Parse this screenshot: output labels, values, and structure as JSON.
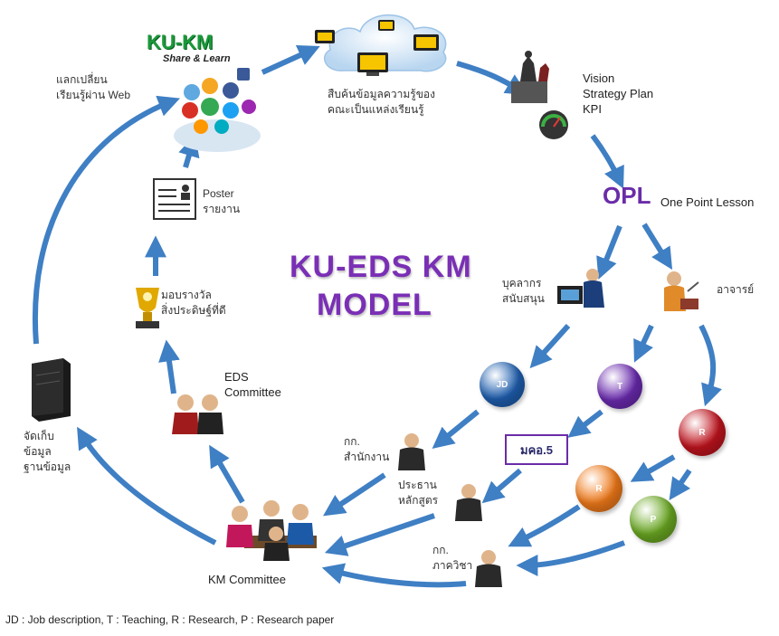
{
  "diagram": {
    "title_line1": "KU-EDS KM",
    "title_line2": "MODEL",
    "kukm": {
      "title": "KU-KM",
      "subtitle": "Share & Learn"
    },
    "exchange_label": "แลกเปลี่ยน\nเรียนรู้ผ่าน Web",
    "cloud_label": "สืบค้นข้อมูลความรู้ของ\nคณะเป็นแหล่งเรียนรู้",
    "vision_label": "Vision\nStrategy Plan\nKPI",
    "opl": {
      "title": "OPL",
      "description": "One Point Lesson"
    },
    "staff_label": "บุคลากร\nสนับสนุน",
    "faculty_label": "อาจารย์",
    "circles": [
      {
        "label": "JD",
        "color": "#1f5fb0"
      },
      {
        "label": "T",
        "color": "#6b2bb0"
      },
      {
        "label": "R",
        "color": "#c0141e"
      },
      {
        "label": "R",
        "color": "#f07a1a"
      },
      {
        "label": "P",
        "color": "#6aa822"
      }
    ],
    "mko5_label": "มคอ.5",
    "office_committee_label": "กก.\nสำนักงาน",
    "curriculum_chair_label": "ประธาน\nหลักสูตร",
    "dept_committee_label": "กก.\nภาควิชา",
    "km_committee_label": "KM Committee",
    "eds_committee_label": "EDS\nCommittee",
    "award_label": "มอบรางวัล\nสิ่งประดิษฐ์ที่ดี",
    "poster_label": "Poster\nรายงาน",
    "database_label": "จัดเก็บ\nข้อมูล\nฐานข้อมูล",
    "footnote": "JD : Job description, T : Teaching, R : Research, P : Research paper"
  },
  "colors": {
    "arrow": "#3f7fc4",
    "title": "#7a2fb5"
  }
}
